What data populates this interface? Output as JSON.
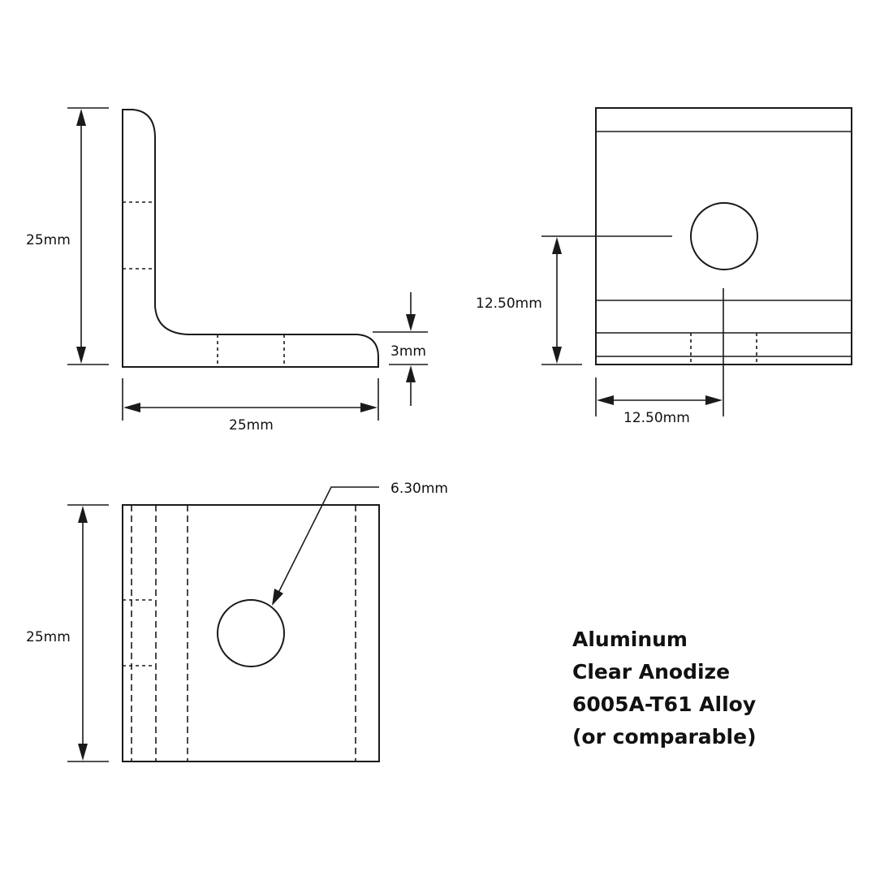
{
  "side_view": {
    "height_label": "25mm",
    "width_label": "25mm",
    "thickness_label": "3mm"
  },
  "front_view": {
    "hole_height_label": "12.50mm",
    "hole_offset_label": "12.50mm"
  },
  "top_view": {
    "height_label": "25mm",
    "hole_diameter_label": "6.30mm"
  },
  "specs": [
    "Aluminum",
    "Clear Anodize",
    "6005A-T61 Alloy",
    "(or comparable)"
  ],
  "colors": {
    "line": "#1a1a1a",
    "background": "#ffffff"
  }
}
